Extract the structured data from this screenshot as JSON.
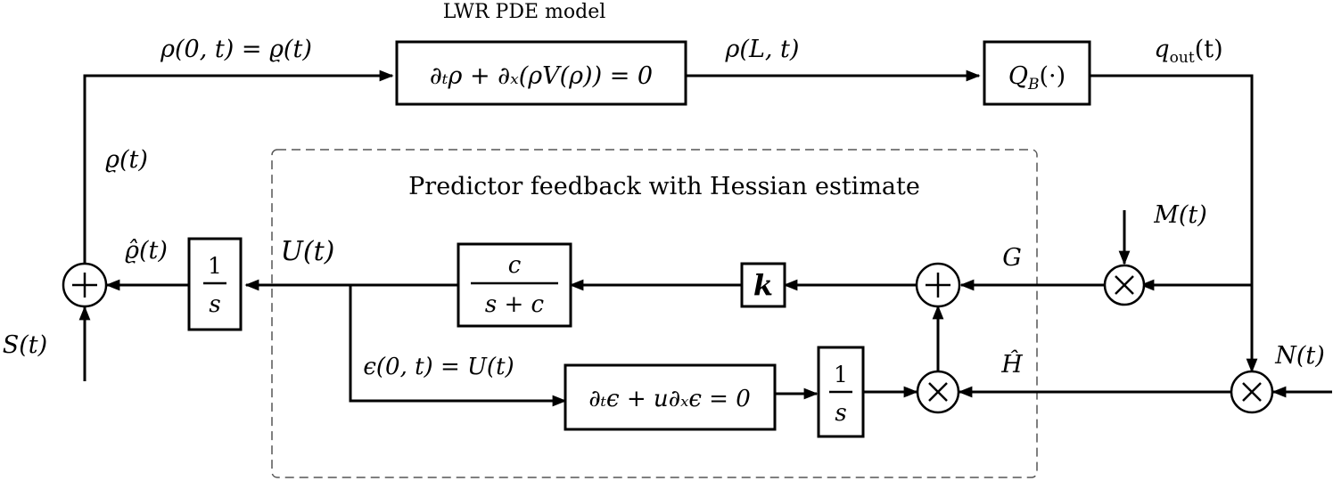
{
  "blocks": {
    "lwr_title": "LWR PDE model",
    "lwr_pde": "∂ₜρ + ∂ₓ(ρV(ρ)) = 0",
    "qb": "Q",
    "qb_sub": "B",
    "qb_arg": "(·)",
    "integrator_num": "1",
    "integrator_den": "s",
    "filter_num": "c",
    "filter_den": "s + c",
    "gain": "k",
    "transport_pde": "∂ₜϵ + u∂ₓϵ = 0",
    "integrator2_num": "1",
    "integrator2_den": "s"
  },
  "predictor_title": "Predictor feedback with Hessian estimate",
  "signals": {
    "rho0": "ρ(0, t) = ϱ(t)",
    "rhoL": "ρ(L, t)",
    "qout": "q",
    "qout_sub": "out",
    "qout_arg": "(t)",
    "varrho": "ϱ(t)",
    "varrho_hat": "ϱ̂(t)",
    "U": "U(t)",
    "S": "S(t)",
    "M": "M(t)",
    "N": "N(t)",
    "G": "G",
    "H_hat": "Ĥ",
    "eps0": "ϵ(0, t) = U(t)"
  }
}
